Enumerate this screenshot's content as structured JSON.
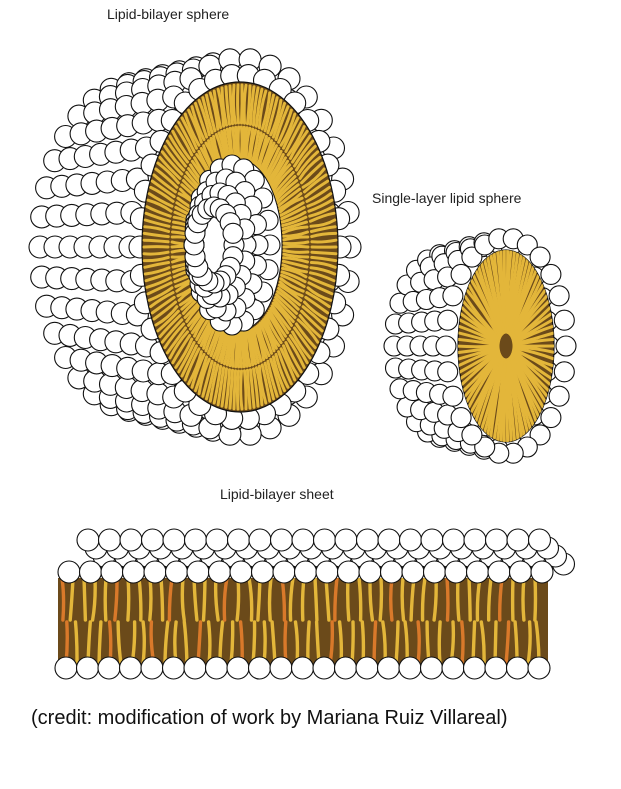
{
  "labels": {
    "bilayer_sphere": "Lipid-bilayer sphere",
    "single_layer_sphere": "Single-layer lipid sphere",
    "bilayer_sheet": "Lipid-bilayer sheet"
  },
  "credit": "(credit: modification of work by Mariana Ruiz Villareal)",
  "colors": {
    "head_fill": "#ffffff",
    "head_stroke": "#111111",
    "tail": "#e3b63a",
    "tail_dark": "#6b4a1a",
    "tail_accent": "#d9792a"
  }
}
